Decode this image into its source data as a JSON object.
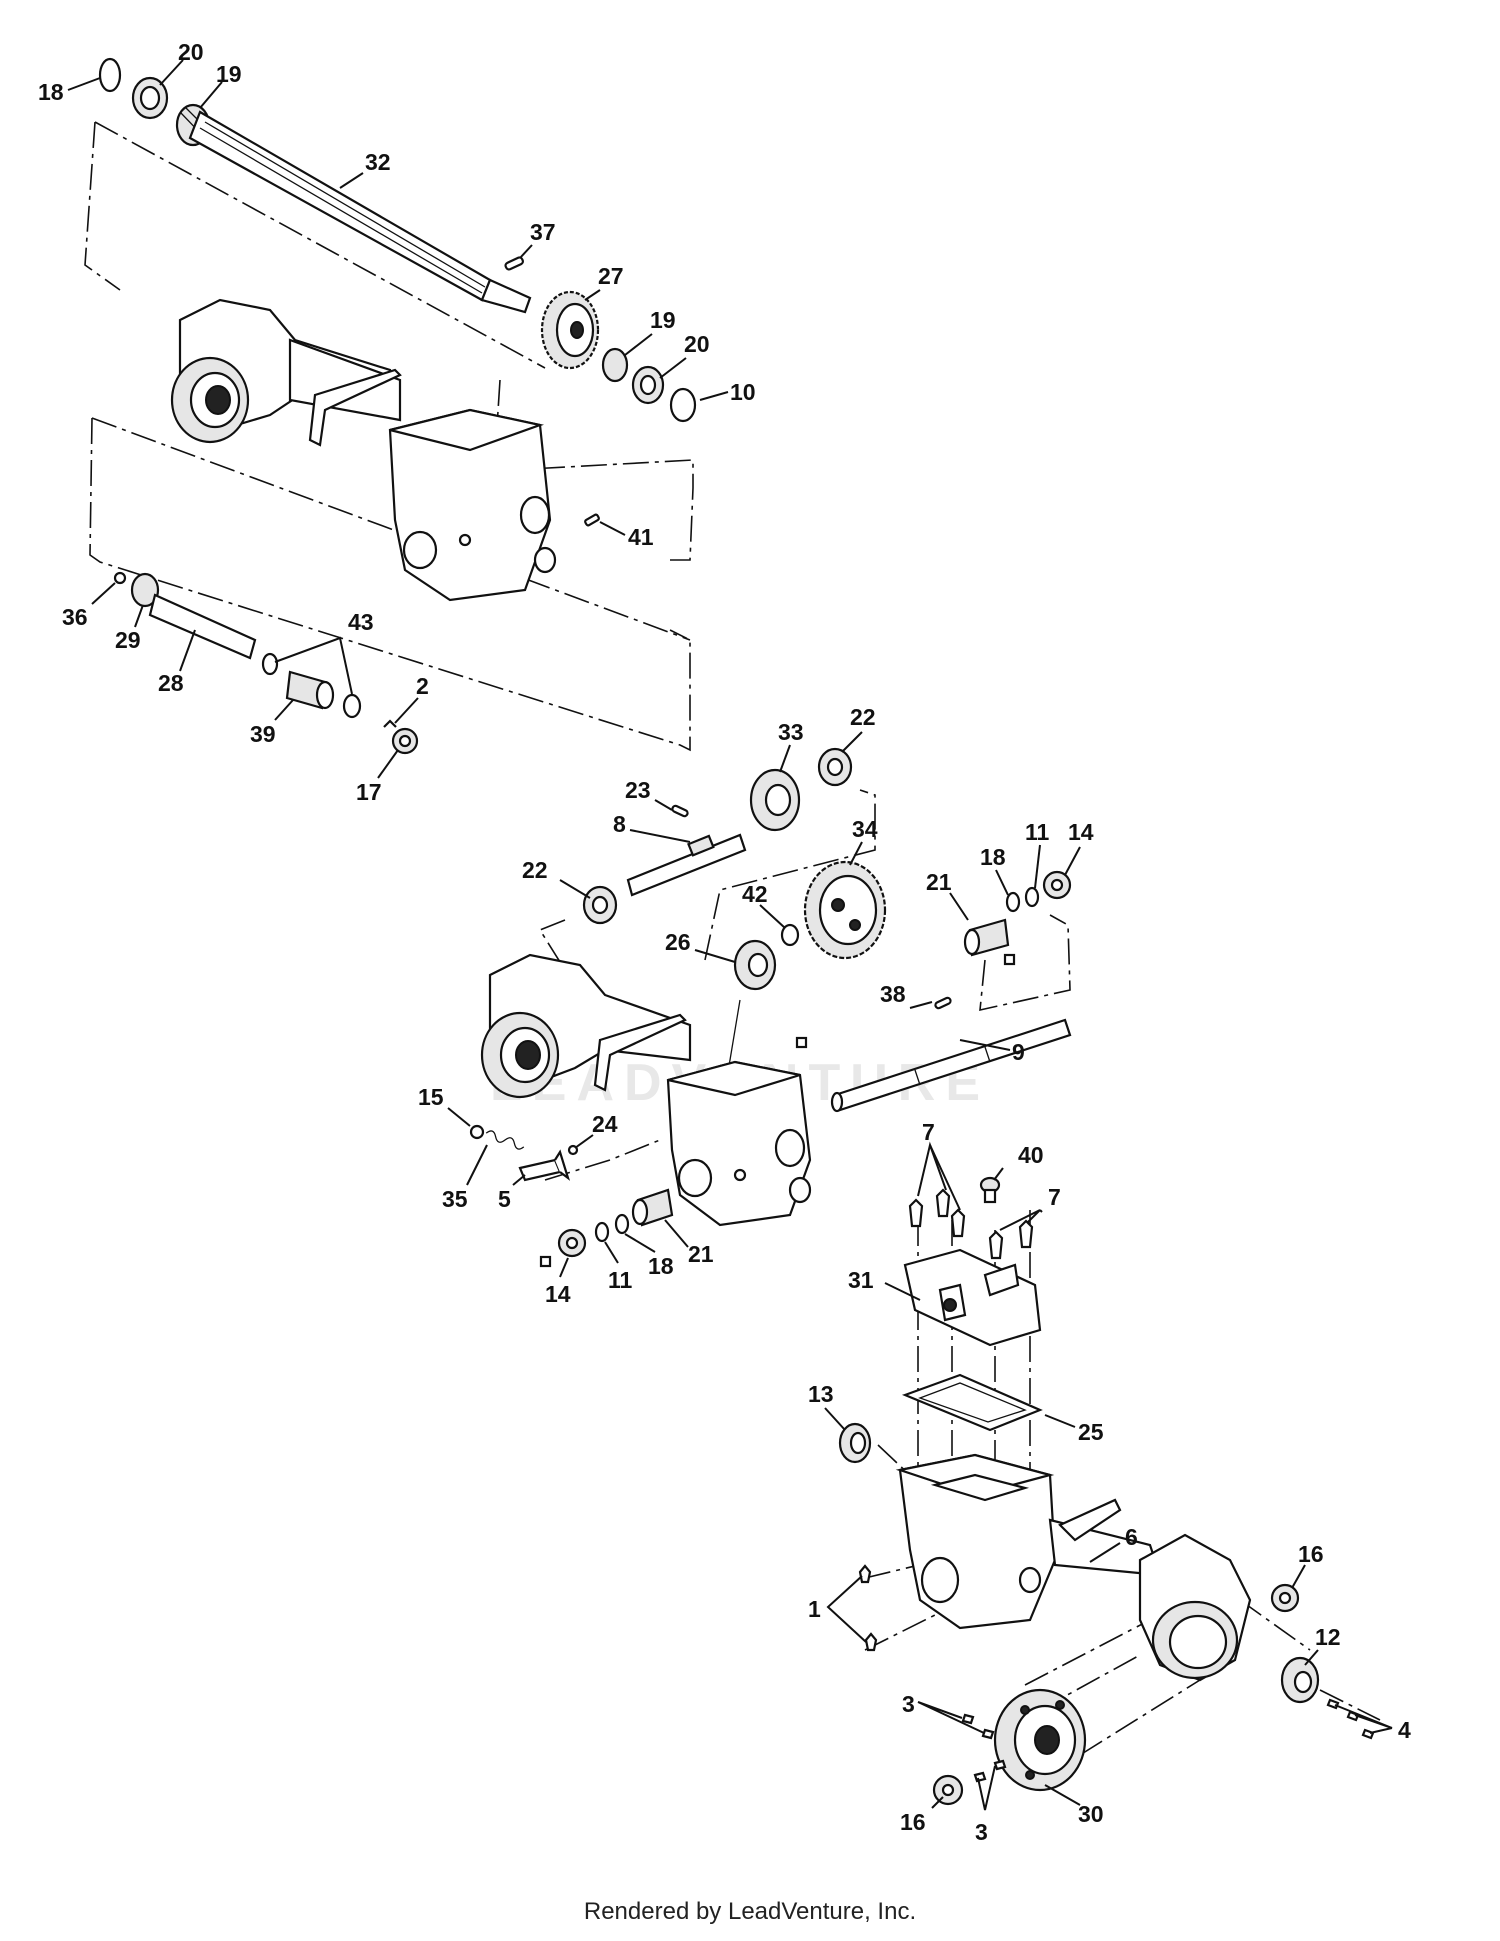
{
  "footer": {
    "rendered_by": "Rendered by LeadVenture, Inc."
  },
  "watermark": {
    "text": "LEADVENTURE"
  },
  "callouts": {
    "c18a": "18",
    "c20a": "20",
    "c19a": "19",
    "c32": "32",
    "c37": "37",
    "c27": "27",
    "c19b": "19",
    "c20b": "20",
    "c10": "10",
    "c41": "41",
    "c36": "36",
    "c29": "29",
    "c28": "28",
    "c43": "43",
    "c39": "39",
    "c2": "2",
    "c17": "17",
    "c23": "23",
    "c8": "8",
    "c33": "33",
    "c22a": "22",
    "c22b": "22",
    "c34": "34",
    "c42": "42",
    "c26": "26",
    "c21a": "21",
    "c18b": "18",
    "c11a": "11",
    "c14a": "14",
    "c38": "38",
    "c9": "9",
    "c15": "15",
    "c24": "24",
    "c35": "35",
    "c5": "5",
    "c21b": "21",
    "c14b": "14",
    "c11b": "11",
    "c18c": "18",
    "c7a": "7",
    "c40": "40",
    "c7b": "7",
    "c31": "31",
    "c25": "25",
    "c13": "13",
    "c6": "6",
    "c16a": "16",
    "c1": "1",
    "c12": "12",
    "c4": "4",
    "c3a": "3",
    "c16b": "16",
    "c30": "30",
    "c3b": "3"
  }
}
